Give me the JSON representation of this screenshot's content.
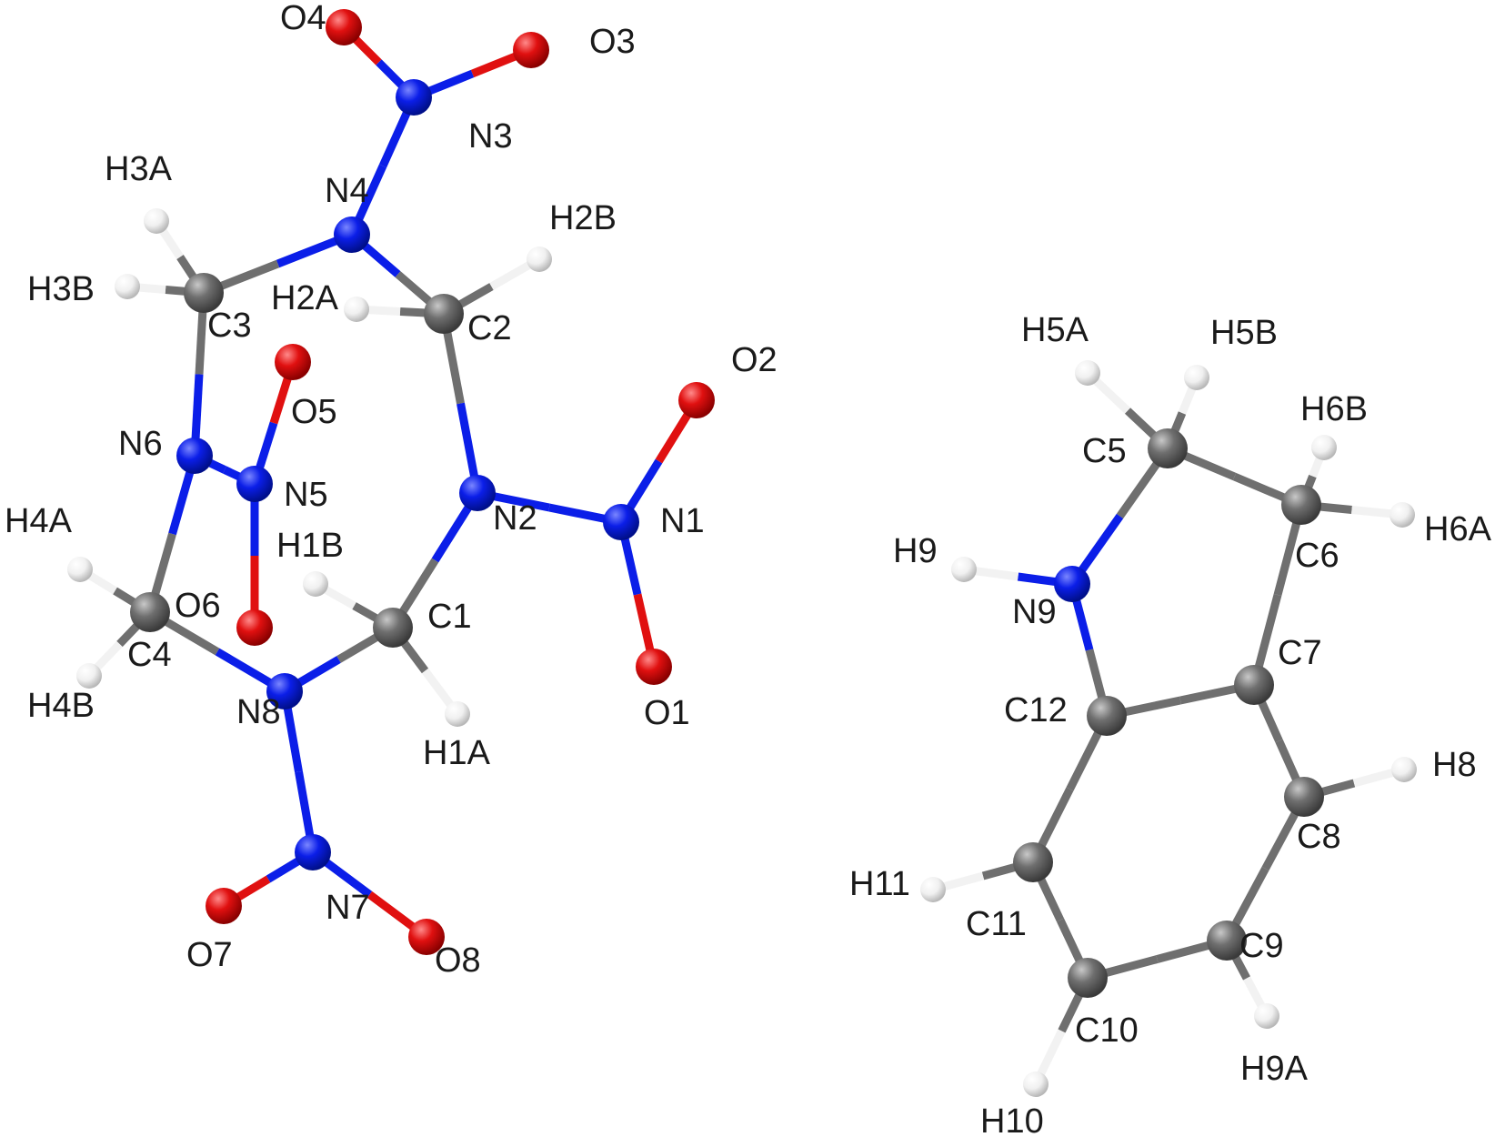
{
  "colors": {
    "C": "#6f6f6f",
    "N": "#0b1ee8",
    "O": "#e01010",
    "H": "#f2f2f2",
    "label": "#1a1a1a"
  },
  "molecules": [
    {
      "id": "nitramine-ring",
      "atoms": [
        {
          "id": "O4",
          "el": "O"
        },
        {
          "id": "O3",
          "el": "O"
        },
        {
          "id": "N3",
          "el": "N"
        },
        {
          "id": "N4",
          "el": "N"
        },
        {
          "id": "H3A",
          "el": "H"
        },
        {
          "id": "H2B",
          "el": "H"
        },
        {
          "id": "H3B",
          "el": "H"
        },
        {
          "id": "C3",
          "el": "C"
        },
        {
          "id": "H2A",
          "el": "H"
        },
        {
          "id": "C2",
          "el": "C"
        },
        {
          "id": "O5",
          "el": "O"
        },
        {
          "id": "O2",
          "el": "O"
        },
        {
          "id": "N6",
          "el": "N"
        },
        {
          "id": "N5",
          "el": "N"
        },
        {
          "id": "N2",
          "el": "N"
        },
        {
          "id": "N1",
          "el": "N"
        },
        {
          "id": "H4A",
          "el": "H"
        },
        {
          "id": "H1B",
          "el": "H"
        },
        {
          "id": "O6",
          "el": "O"
        },
        {
          "id": "C4",
          "el": "C"
        },
        {
          "id": "C1",
          "el": "C"
        },
        {
          "id": "O1",
          "el": "O"
        },
        {
          "id": "H4B",
          "el": "H"
        },
        {
          "id": "N8",
          "el": "N"
        },
        {
          "id": "H1A",
          "el": "H"
        },
        {
          "id": "N7",
          "el": "N"
        },
        {
          "id": "O7",
          "el": "O"
        },
        {
          "id": "O8",
          "el": "O"
        }
      ],
      "bonds": [
        [
          "O4",
          "N3"
        ],
        [
          "O3",
          "N3"
        ],
        [
          "N3",
          "N4"
        ],
        [
          "N4",
          "C3"
        ],
        [
          "N4",
          "C2"
        ],
        [
          "C3",
          "H3A"
        ],
        [
          "C3",
          "H3B"
        ],
        [
          "C2",
          "H2B"
        ],
        [
          "C2",
          "H2A"
        ],
        [
          "C3",
          "N6"
        ],
        [
          "N6",
          "N5"
        ],
        [
          "N5",
          "O5"
        ],
        [
          "N5",
          "O6"
        ],
        [
          "N6",
          "C4"
        ],
        [
          "C4",
          "H4A"
        ],
        [
          "C4",
          "H4B"
        ],
        [
          "C4",
          "N8"
        ],
        [
          "C2",
          "N2"
        ],
        [
          "N2",
          "N1"
        ],
        [
          "N1",
          "O2"
        ],
        [
          "N1",
          "O1"
        ],
        [
          "N2",
          "C1"
        ],
        [
          "C1",
          "H1B"
        ],
        [
          "C1",
          "H1A"
        ],
        [
          "C1",
          "N8"
        ],
        [
          "N8",
          "N7"
        ],
        [
          "N7",
          "O7"
        ],
        [
          "N7",
          "O8"
        ]
      ]
    },
    {
      "id": "indoline",
      "atoms": [
        {
          "id": "H5A",
          "el": "H"
        },
        {
          "id": "H5B",
          "el": "H"
        },
        {
          "id": "C5",
          "el": "C"
        },
        {
          "id": "H6B",
          "el": "H"
        },
        {
          "id": "C6",
          "el": "C"
        },
        {
          "id": "H6A",
          "el": "H"
        },
        {
          "id": "H9",
          "el": "H"
        },
        {
          "id": "N9",
          "el": "N"
        },
        {
          "id": "C7",
          "el": "C"
        },
        {
          "id": "C12",
          "el": "C"
        },
        {
          "id": "H8",
          "el": "H"
        },
        {
          "id": "C8",
          "el": "C"
        },
        {
          "id": "H11",
          "el": "H"
        },
        {
          "id": "C11",
          "el": "C"
        },
        {
          "id": "C9",
          "el": "C"
        },
        {
          "id": "C10",
          "el": "C"
        },
        {
          "id": "H9A",
          "el": "H"
        },
        {
          "id": "H10",
          "el": "H"
        }
      ],
      "bonds": [
        [
          "C5",
          "H5A"
        ],
        [
          "C5",
          "H5B"
        ],
        [
          "C5",
          "C6"
        ],
        [
          "C5",
          "N9"
        ],
        [
          "C6",
          "H6B"
        ],
        [
          "C6",
          "H6A"
        ],
        [
          "C6",
          "C7"
        ],
        [
          "N9",
          "H9"
        ],
        [
          "N9",
          "C12"
        ],
        [
          "C12",
          "C7"
        ],
        [
          "C7",
          "C8"
        ],
        [
          "C8",
          "H8"
        ],
        [
          "C8",
          "C9"
        ],
        [
          "C9",
          "H9A"
        ],
        [
          "C9",
          "C10"
        ],
        [
          "C10",
          "H10"
        ],
        [
          "C10",
          "C11"
        ],
        [
          "C11",
          "H11"
        ],
        [
          "C11",
          "C12"
        ]
      ]
    }
  ]
}
